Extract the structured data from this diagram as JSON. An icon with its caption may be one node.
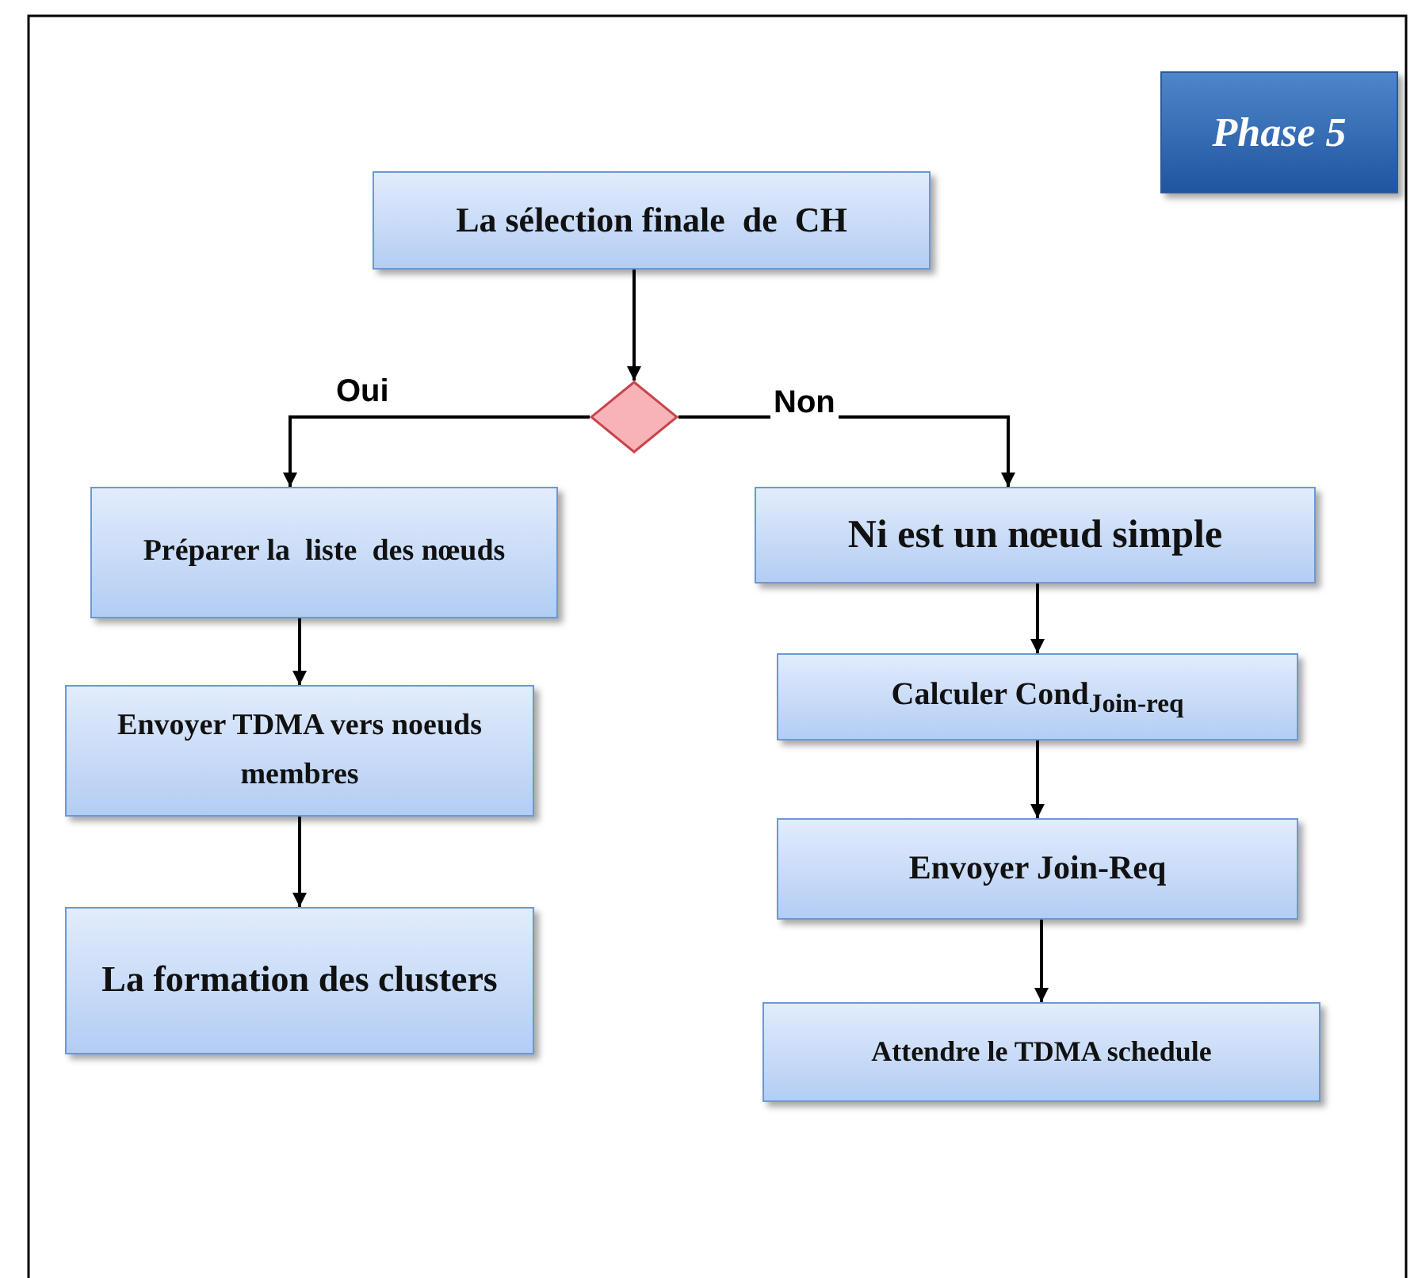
{
  "diagram": {
    "nodes": [
      {
        "text": [
          "Phase 5"
        ]
      },
      {
        "text": [
          "La sélection finale  de  CH"
        ]
      },
      {
        "text": [],
        "shape": "diamond"
      },
      {
        "text": [
          "Préparer la  liste  des nœuds"
        ]
      },
      {
        "text": [
          "Envoyer TDMA vers noeuds membres"
        ]
      },
      {
        "text": [
          "La formation des clusters"
        ]
      },
      {
        "text": [
          "Ni est un nœud simple"
        ]
      },
      {
        "text": [
          "Calculer Cond$_{Join-req}$"
        ]
      },
      {
        "text": [
          "Envoyer Join-Req"
        ]
      },
      {
        "text": [
          "Attendre le TDMA schedule"
        ]
      }
    ],
    "edges": [
      {
        "from": 1,
        "to": 2,
        "arrow": "to"
      },
      {
        "from": 2,
        "to": 3,
        "arrow": "to",
        "label": "Oui"
      },
      {
        "from": 2,
        "to": 6,
        "arrow": "to",
        "label": "Non"
      },
      {
        "from": 3,
        "to": 4,
        "arrow": "to"
      },
      {
        "from": 4,
        "to": 5,
        "arrow": "to"
      },
      {
        "from": 6,
        "to": 7,
        "arrow": "to"
      },
      {
        "from": 7,
        "to": 8,
        "arrow": "to"
      },
      {
        "from": 8,
        "to": 9,
        "arrow": "to"
      }
    ]
  }
}
